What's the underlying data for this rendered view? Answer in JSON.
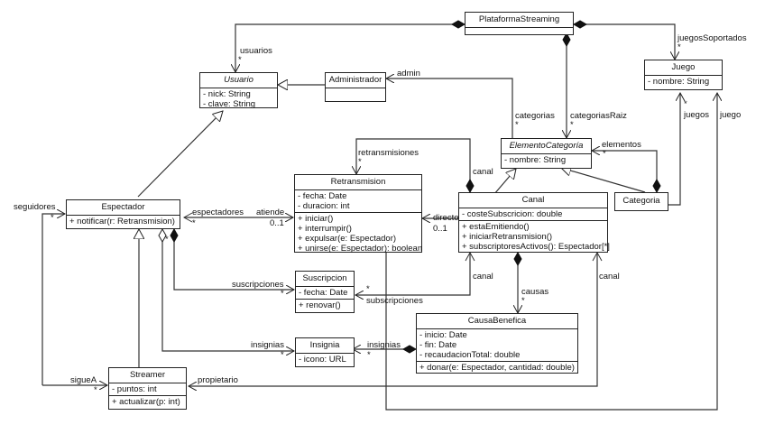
{
  "classes": {
    "plataforma": {
      "name": "PlataformaStreaming",
      "attributes": [],
      "operations": []
    },
    "juego": {
      "name": "Juego",
      "attributes": [
        "- nombre: String"
      ]
    },
    "usuario": {
      "name": "Usuario",
      "abstract": true,
      "attributes": [
        "- nick: String",
        "- clave: String"
      ]
    },
    "administrador": {
      "name": "Administrador",
      "attributes": []
    },
    "elemento": {
      "name": "ElementoCategoría",
      "abstract": true,
      "attributes": [
        "- nombre: String"
      ]
    },
    "categoria": {
      "name": "Categoria"
    },
    "retransmision": {
      "name": "Retransmision",
      "attributes": [
        "- fecha: Date",
        "- duracion: int"
      ],
      "operations": [
        "+ iniciar()",
        "+ interrumpir()",
        "+ expulsar(e: Espectador)",
        "+ unirse(e: Espectador): boolean"
      ]
    },
    "canal": {
      "name": "Canal",
      "attributes": [
        "- costeSubscricion: double"
      ],
      "operations": [
        "+ estaEmitiendo()",
        "+ iniciarRetransmision()",
        "+ subscriptoresActivos(): Espectador[*]"
      ]
    },
    "espectador": {
      "name": "Espectador",
      "operations": [
        "+ notificar(r: Retransmision)"
      ]
    },
    "suscripcion": {
      "name": "Suscripcion",
      "attributes": [
        "- fecha: Date"
      ],
      "operations": [
        "+ renovar()"
      ]
    },
    "causa": {
      "name": "CausaBenefica",
      "attributes": [
        "- inicio: Date",
        "- fin: Date",
        "- recaudacionTotal: double"
      ],
      "operations": [
        "+ donar(e: Espectador, cantidad: double)"
      ]
    },
    "insignia": {
      "name": "Insignia",
      "attributes": [
        "- icono: URL"
      ]
    },
    "streamer": {
      "name": "Streamer",
      "attributes": [
        "- puntos: int"
      ],
      "operations": [
        "+ actualizar(p: int)"
      ]
    }
  },
  "labels": {
    "usuarios": "usuarios",
    "usuarios_mult": "*",
    "juegosSoportados": "juegosSoportados",
    "juegosSoportados_mult": "*",
    "admin": "admin",
    "categorias": "categorias",
    "categorias_mult": "*",
    "categoriasRaiz": "categoriasRaiz",
    "categoriasRaiz_mult": "*",
    "juegos": "juegos",
    "juegos_mult": "*",
    "juego": "juego",
    "elementos": "elementos",
    "elementos_mult": "*",
    "retransmisiones": "retransmisiones",
    "retransmisiones_mult": "*",
    "canal_top": "canal",
    "directo": "directo",
    "directo_mult": "0..1",
    "seguidores": "seguidores",
    "seguidores_mult": "*",
    "espectadores": "espectadores",
    "espectadores_mult": "*",
    "atiende": "atiende",
    "atiende_mult": "0..1",
    "suscripciones": "suscripciones",
    "suscripciones_mult": "*",
    "subscripciones": "subscripciones",
    "subscripciones_mult": "*",
    "canal_mid": "canal",
    "causas": "causas",
    "causas_mult": "*",
    "canal_right": "canal",
    "insignias_left": "insignias",
    "insignias_left_mult": "*",
    "insignias_right": "insignias",
    "insignias_right_mult": "*",
    "espectador_agg_mult": "*",
    "sigueA": "sigueA",
    "sigueA_mult": "*",
    "propietario": "propietario"
  }
}
